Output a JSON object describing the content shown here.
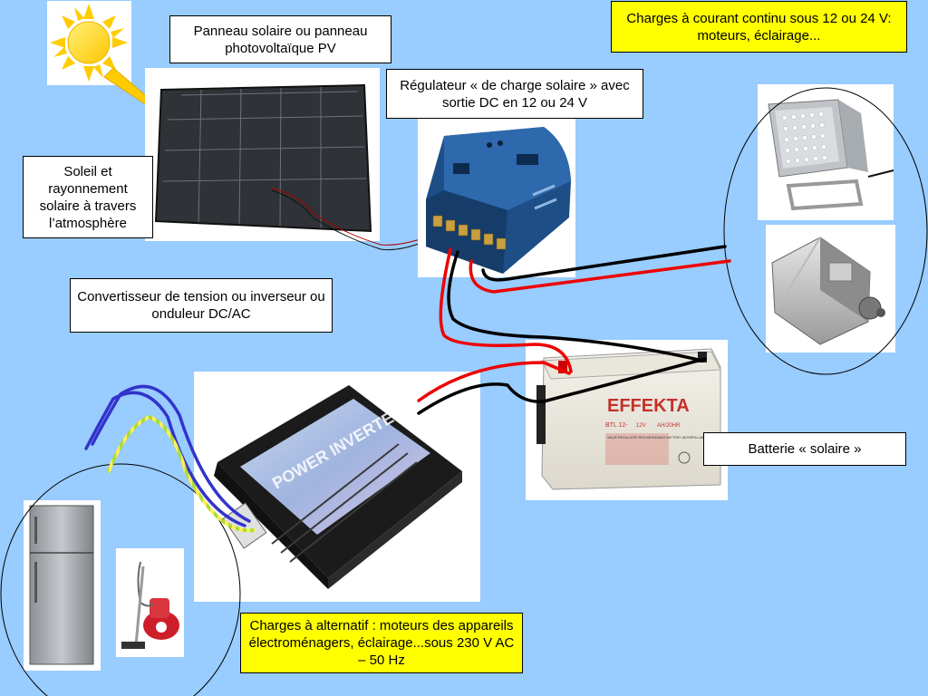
{
  "labels": {
    "panel": "Panneau solaire ou panneau photovoltaïque PV",
    "sun": "Soleil et rayonnement solaire à travers l’atmosphère",
    "regulator": "Régulateur « de charge solaire » avec sortie DC en 12 ou 24 V",
    "dc_loads": "Charges à courant continu sous 12 ou 24 V: moteurs, éclairage...",
    "inverter": "Convertisseur de tension ou inverseur ou onduleur DC/AC",
    "battery": "Batterie « solaire »",
    "ac_loads": "Charges à alternatif : moteurs des appareils électroménagers, éclairage...sous 230 V AC – 50 Hz"
  },
  "device_text": {
    "battery_brand": "EFFEKTA",
    "battery_model": "BTL 12-",
    "battery_voltage": "12V",
    "battery_capacity": "AH/20HR",
    "battery_info": "VALVE REGULATED RECHARGEABLE BATTERY (NONSPILLABLE)",
    "inverter_brand": "POWER INVERTER"
  },
  "colors": {
    "background": "#99ccff",
    "highlight_label": "#ffff00",
    "wire_positive": "#ff0000",
    "wire_negative": "#000000",
    "ac_wire_phase": "#3333cc",
    "ac_wire_earth": "#aadd33",
    "sun": "#ffdd00",
    "arrow": "#ffcc00"
  }
}
